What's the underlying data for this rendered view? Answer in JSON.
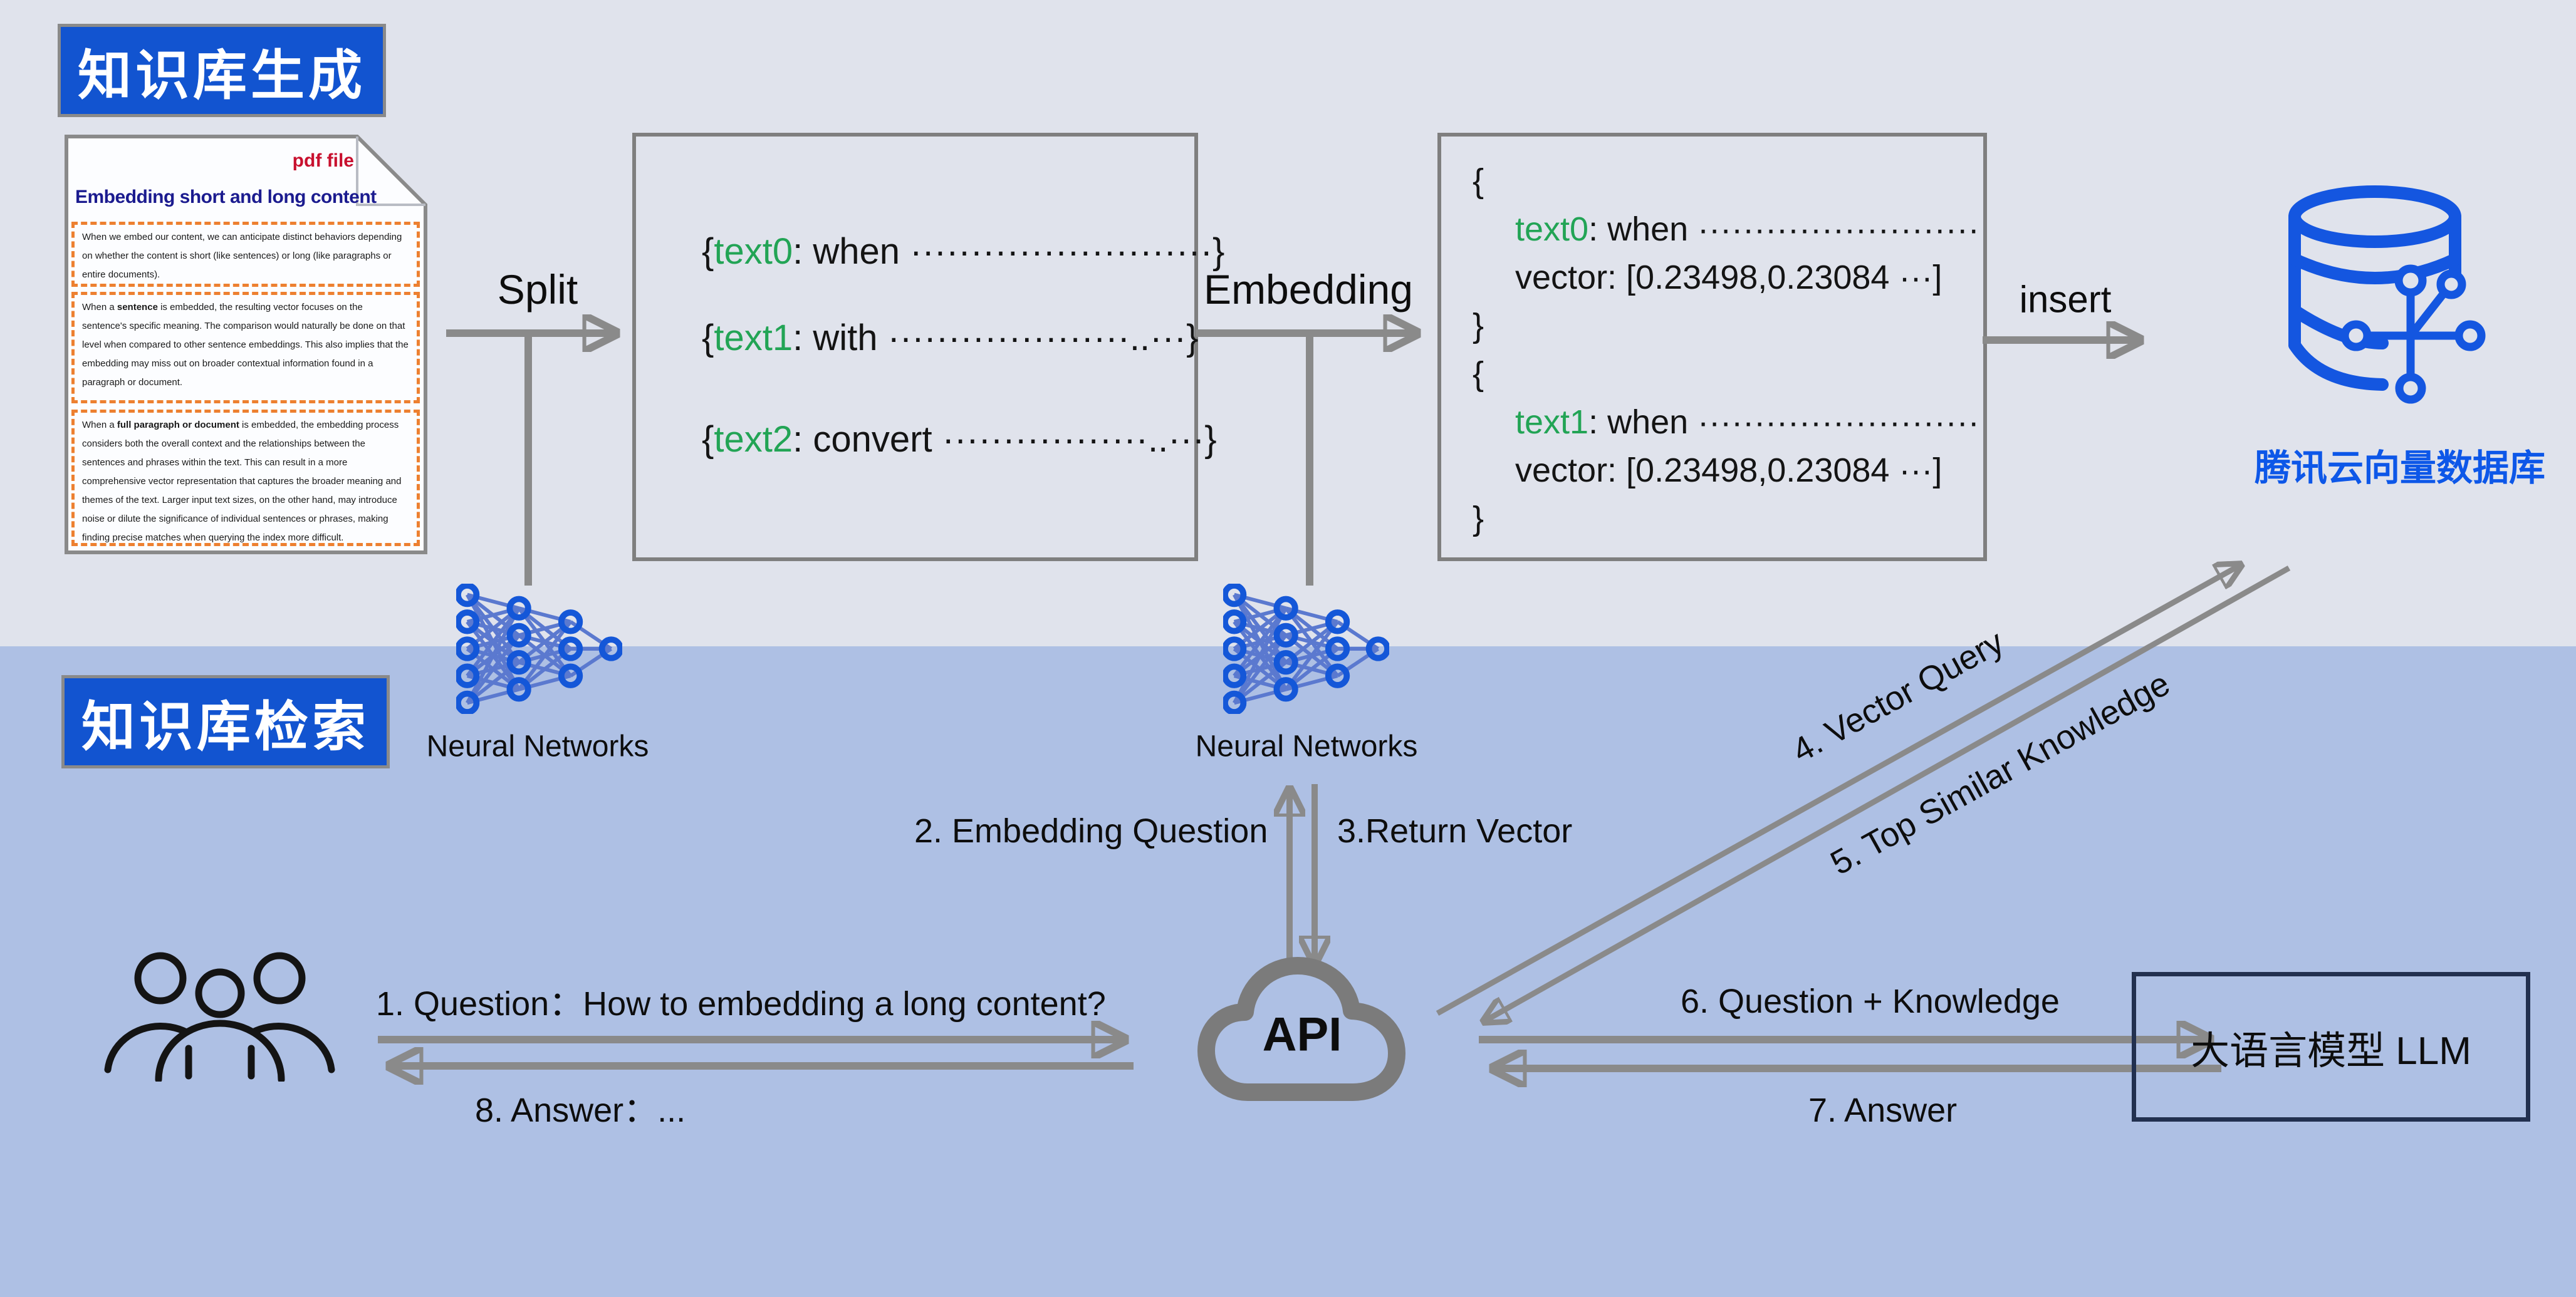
{
  "colors": {
    "section_blue": "#1254d0",
    "chunk_green": "#22a455",
    "vector_orange": "#ed8033",
    "db_blue": "#0d57e8",
    "pdf_red": "#c8102e",
    "arrow_gray": "#8a8a8a"
  },
  "sections": {
    "generate": "知识库生成",
    "retrieve": "知识库检索"
  },
  "pdf_doc": {
    "badge": "pdf file",
    "title": "Embedding short and long content",
    "para1": "When we embed our content, we can anticipate distinct behaviors depending on whether the content is short (like sentences) or long (like paragraphs or entire documents).",
    "para2_pre": "When a ",
    "para2_bold": "sentence",
    "para2_post": " is embedded, the resulting vector focuses on the sentence's specific meaning. The comparison would naturally be done on that level when compared to other sentence embeddings. This also implies that the embedding may miss out on broader contextual information found in a paragraph or document.",
    "para3_pre": "When a ",
    "para3_bold": "full paragraph or document",
    "para3_post": " is embedded, the embedding process considers both the overall context and the relationships between the sentences and phrases within the text. This can result in a more comprehensive vector representation that captures the broader meaning and themes of the text. Larger input text sizes, on the other hand, may introduce noise or dilute the significance of individual sentences or phrases, making finding precise matches when querying the index more difficult."
  },
  "labels": {
    "split": "Split",
    "embedding": "Embedding",
    "insert": "insert",
    "api": "API",
    "neural_networks": "Neural Networks",
    "database": "腾讯云向量数据库",
    "llm": "大语言模型 LLM"
  },
  "punct": {
    "open": "{",
    "close": "}"
  },
  "chunk_box": {
    "items": [
      {
        "key": "text0",
        "rest": ": when ·························"
      },
      {
        "key": "text1",
        "rest": ": with ····················..···"
      },
      {
        "key": "text2",
        "rest": ": convert ·················..···"
      }
    ]
  },
  "vector_box": {
    "items": [
      {
        "key": "text0",
        "rest": ": when ·························",
        "vector": "vector: [0.23498,0.23084 ···]"
      },
      {
        "key": "text1",
        "rest": ": when ·························",
        "vector": "vector: [0.23498,0.23084 ···]"
      }
    ]
  },
  "flows": {
    "f1": "1. Question：How to embedding a long content?",
    "f2": "2. Embedding Question",
    "f3": "3.Return Vector",
    "f4": "4. Vector Query",
    "f5": "5. Top Similar Knowledge",
    "f6": "6. Question + Knowledge",
    "f7": "7. Answer",
    "f8": "8. Answer：..."
  }
}
